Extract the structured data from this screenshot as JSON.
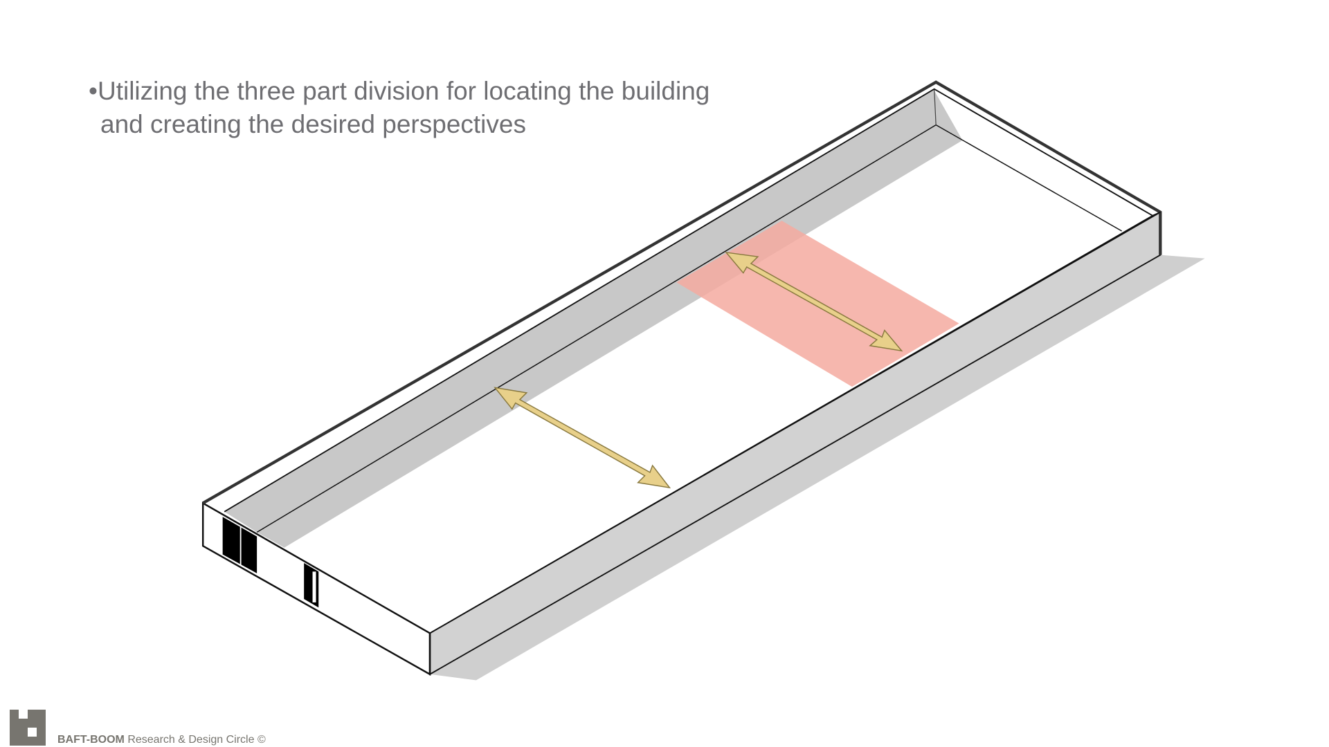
{
  "caption": {
    "bullet": "•",
    "line1": "Utilizing the three part division for locating the building",
    "line2": "and creating the desired perspectives"
  },
  "footer": {
    "brand": "BAFT-BOOM",
    "subtitle": "Research & Design Circle",
    "copyright": "©"
  },
  "colors": {
    "text": "#6e6e72",
    "wall_shadow": "#c8c8c8",
    "highlight_zone": "#f4aaa0",
    "arrow_fill": "#e8d08a",
    "logo": "#77756f"
  }
}
